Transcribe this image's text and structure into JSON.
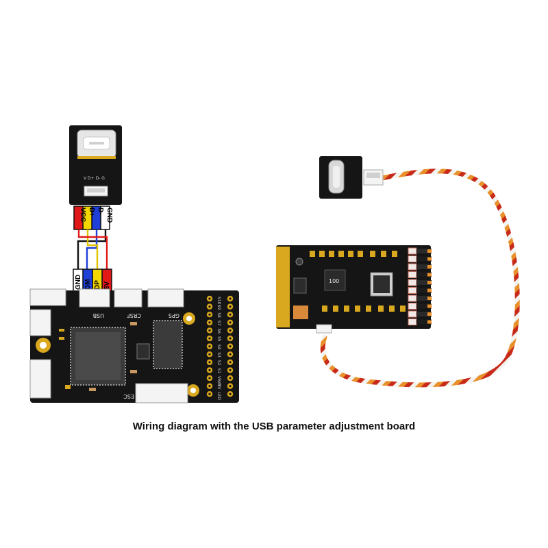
{
  "caption": "Wiring diagram with the USB parameter adjustment board",
  "usb_adapter": {
    "top_pins": [
      "GND",
      "D-",
      "D+",
      "VCC"
    ],
    "bottom_pins": [
      "GND",
      "DM",
      "DP",
      "5V"
    ],
    "pad_marks": "V D+ D- G",
    "pin_colors": [
      "#1a1a1a",
      "#1e3fd8",
      "#f2d600",
      "#e01818"
    ]
  },
  "flight_controller": {
    "port_labels": [
      "USB",
      "CRSF",
      "GPS",
      "ESC"
    ],
    "pad_labels": [
      "S10",
      "S9",
      "S8",
      "S7",
      "S6",
      "S5",
      "S4",
      "S3",
      "S2",
      "S1",
      "VBAT",
      "5V",
      "LED"
    ]
  },
  "colors": {
    "pcb": "#151515",
    "gold": "#d9a81e",
    "wire_orange": "#e8902a",
    "wire_red": "#c82a1a",
    "wire_white": "#f2f2ee"
  }
}
